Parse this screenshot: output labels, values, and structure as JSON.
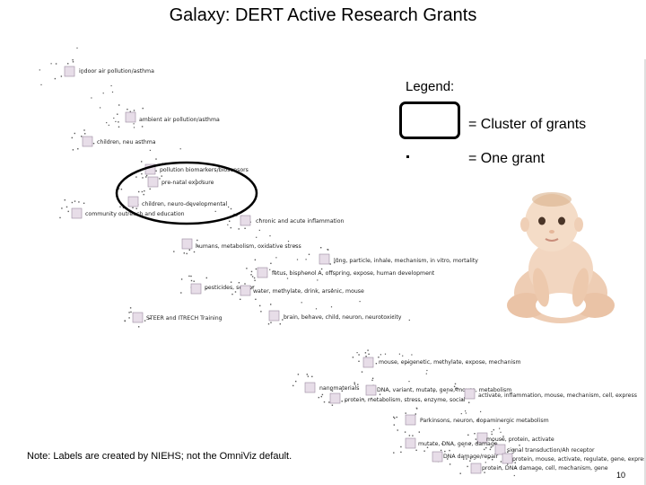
{
  "title": "Galaxy: DERT Active Research Grants",
  "legend": {
    "title": "Legend:",
    "cluster_text": "= Cluster of grants",
    "grant_text": "= One grant"
  },
  "note": "Note: Labels are created by NIEHS; not the OmniViz default.",
  "page_number": "10",
  "highlight_color": "#000000",
  "cluster_color": "#e7dde8",
  "clusters": [
    {
      "label": "indoor air pollution/asthma"
    },
    {
      "label": "ambient air pollution/asthma"
    },
    {
      "label": "children, neu asthma"
    },
    {
      "label": "pollution biomarkers/biosensors"
    },
    {
      "label": "pre-natal exposure"
    },
    {
      "label": "children, neuro-developmental"
    },
    {
      "label": "community outreach and education"
    },
    {
      "label": "chronic and acute inflammation"
    },
    {
      "label": "humans, metabolism, oxidative stress"
    },
    {
      "label": "lung, particle, inhale, mechanism, in vitro, mortality"
    },
    {
      "label": "fetus, bisphenol A, offspring, expose, human development"
    },
    {
      "label": "pesticides, sensor"
    },
    {
      "label": "water, methylate, drink, arsenic, mouse"
    },
    {
      "label": "STEER and ITRECH Training"
    },
    {
      "label": "brain, behave, child, neuron, neurotoxicity"
    },
    {
      "label": "mouse, epigenetic, methylate, expose, mechanism"
    },
    {
      "label": "nanomaterials"
    },
    {
      "label": "DNA, variant, mutate, gene, mouse, metabolism"
    },
    {
      "label": "activate, inflammation, mouse, mechanism, cell, express"
    },
    {
      "label": "protein, metabolism, stress, enzyme, social"
    },
    {
      "label": "Parkinsons, neuron, dopaminergic metabolism"
    },
    {
      "label": "mouse, protein, activate"
    },
    {
      "label": "mutate, DNA, gene, damage"
    },
    {
      "label": "signal transduction/Ah receptor"
    },
    {
      "label": "DNA damage/repair"
    },
    {
      "label": "protein, mouse, activate, regulate, gene, express"
    },
    {
      "label": "protein, DNA damage, cell, mechanism, gene"
    }
  ]
}
